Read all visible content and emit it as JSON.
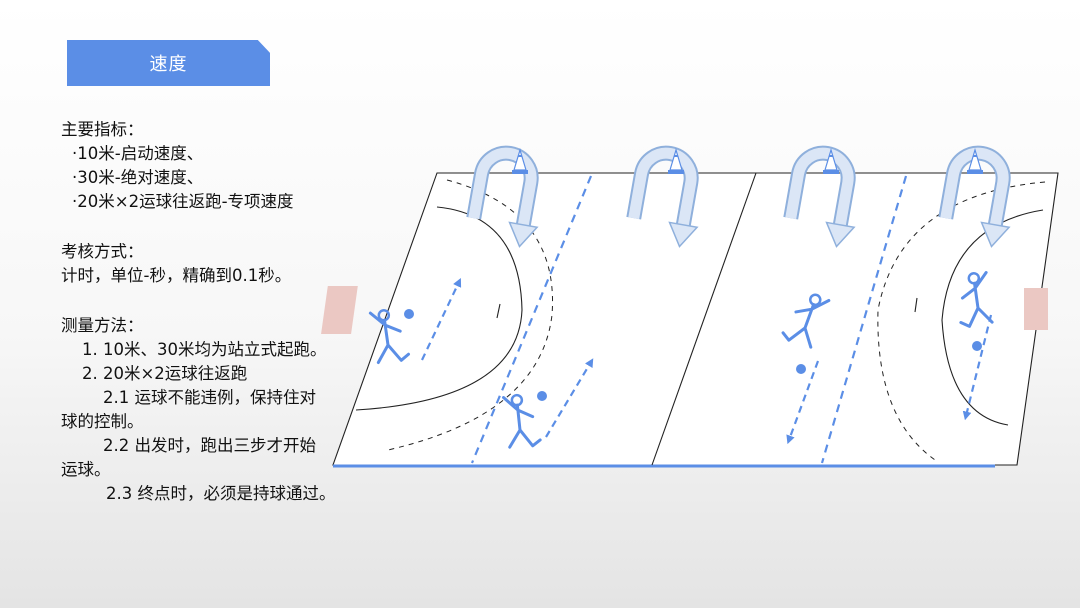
{
  "badge": {
    "title": "速度",
    "color": "#5b8ee6"
  },
  "indicators": {
    "heading": "主要指标：",
    "items": [
      "·10米-启动速度、",
      "·30米-绝对速度、",
      "·20米×2运球往返跑-专项速度"
    ]
  },
  "assessment": {
    "heading": "考核方式：",
    "detail": "计时，单位-秒，精确到0.1秒。"
  },
  "method": {
    "heading": "测量方法：",
    "step1": "1. 10米、30米均为站立式起跑。",
    "step2": "2. 20米×2运球往返跑",
    "rule1_a": "2.1 运球不能违例，保持住对",
    "rule1_b": "球的控制。",
    "rule2_a": "2.2 出发时，跑出三步才开始",
    "rule2_b": "运球。",
    "rule3": "2.3 终点时，必须是持球通过。"
  },
  "diagram": {
    "line_color": "#222222",
    "accent_color": "#5b8ee6",
    "arrow_fill": "#dbe6f6",
    "arrow_stroke": "#8fb0dc",
    "goal_color": "#ebc8c3",
    "cone_icon": "cone-icon",
    "player_icon": "player-figure"
  }
}
